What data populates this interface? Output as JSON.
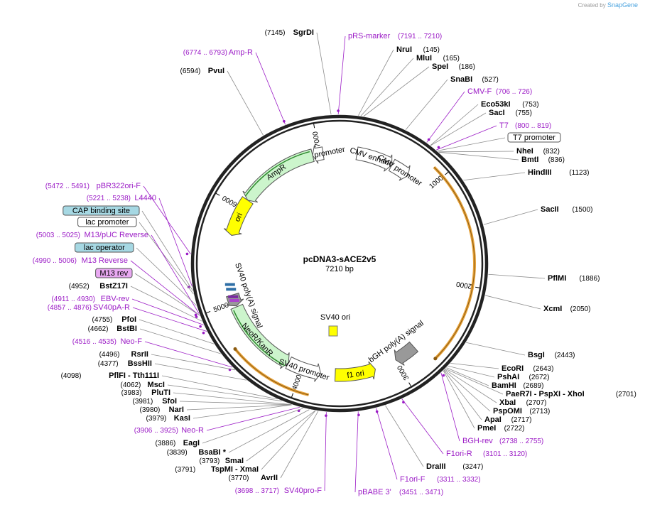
{
  "watermark": {
    "prefix": "Created by",
    "brand": "SnapGene"
  },
  "plasmid": {
    "name": "pcDNA3-sACE2v5",
    "length_label": "7210 bp",
    "length": 7210
  },
  "ticks": [
    1000,
    2000,
    3000,
    4000,
    5000,
    6000,
    7000
  ],
  "features": [
    {
      "name": "AmpR promoter",
      "start": 6930,
      "end": 7040,
      "dir": -1,
      "color": "#ffffff",
      "label": "AmpR promoter"
    },
    {
      "name": "AmpR",
      "start": 6100,
      "end": 6930,
      "dir": -1,
      "color": "#ccf5cc",
      "label": "AmpR"
    },
    {
      "name": "ori",
      "start": 5700,
      "end": 6100,
      "dir": -1,
      "color": "#ffff00",
      "label": "ori"
    },
    {
      "name": "CMV enhancer",
      "start": 180,
      "end": 560,
      "dir": 1,
      "color": "#ffffff",
      "label": "CMV enhancer"
    },
    {
      "name": "CMV promoter",
      "start": 560,
      "end": 760,
      "dir": 1,
      "color": "#ffffff",
      "label": "CMV promoter"
    },
    {
      "name": "SV40 poly(A) signal",
      "start": 4960,
      "end": 5080,
      "dir": -1,
      "color": "#999999",
      "label": "SV40 poly(A) signal"
    },
    {
      "name": "NeoR/KanR",
      "start": 4150,
      "end": 4950,
      "dir": -1,
      "color": "#ccf5cc",
      "label": "NeoR/KanR"
    },
    {
      "name": "SV40 promoter",
      "start": 3800,
      "end": 4150,
      "dir": -1,
      "color": "#ffffff",
      "label": "SV40 promoter"
    },
    {
      "name": "f1 ori",
      "start": 3230,
      "end": 3650,
      "dir": -1,
      "color": "#ffff00",
      "label": "f1 ori"
    },
    {
      "name": "bGH poly(A) signal",
      "start": 2770,
      "end": 3000,
      "dir": 1,
      "color": "#999999",
      "label": "bGH poly(A) signal"
    }
  ],
  "inner_labels": [
    {
      "text": "SV40 ori"
    }
  ],
  "orange_arcs": [
    {
      "start": 890,
      "end": 2700
    },
    {
      "start": 3870,
      "end": 4620
    }
  ],
  "left_labels": [
    {
      "pos": "(7145)",
      "name": "SgrDI",
      "kind": "enzyme",
      "bp": 7145
    },
    {
      "pos": "(6774 .. 6793)",
      "name": "Amp-R",
      "kind": "primer",
      "bp": 6783
    },
    {
      "pos": "(6594)",
      "name": "PvuI",
      "kind": "enzyme",
      "bp": 6594
    },
    {
      "pos": "(5472 .. 5491)",
      "name": "pBR322ori-F",
      "kind": "primer",
      "bp": 5480
    },
    {
      "pos": "(5221 .. 5238)",
      "name": "L4440",
      "kind": "primer",
      "bp": 5230
    },
    {
      "pos": "",
      "name": "CAP binding site",
      "kind": "feature-blue",
      "bp": 5196
    },
    {
      "pos": "",
      "name": "lac promoter",
      "kind": "feature-white",
      "bp": 5170
    },
    {
      "pos": "(5003 .. 5025)",
      "name": "M13/pUC Reverse",
      "kind": "primer",
      "bp": 5014
    },
    {
      "pos": "",
      "name": "lac operator",
      "kind": "feature-blue",
      "bp": 5080
    },
    {
      "pos": "(4990 .. 5006)",
      "name": "M13 Reverse",
      "kind": "primer",
      "bp": 4998
    },
    {
      "pos": "",
      "name": "M13 rev",
      "kind": "feature-pink",
      "bp": 5000
    },
    {
      "pos": "(4952)",
      "name": "BstZ17I",
      "kind": "enzyme",
      "bp": 4952
    },
    {
      "pos": "(4911 .. 4930)",
      "name": "EBV-rev",
      "kind": "primer",
      "bp": 4920
    },
    {
      "pos": "(4857 .. 4876)",
      "name": "SV40pA-R",
      "kind": "primer",
      "bp": 4866
    },
    {
      "pos": "(4755)",
      "name": "PfoI",
      "kind": "enzyme",
      "bp": 4755
    },
    {
      "pos": "(4662)",
      "name": "BstBI",
      "kind": "enzyme",
      "bp": 4662
    },
    {
      "pos": "(4516 .. 4535)",
      "name": "Neo-F",
      "kind": "primer",
      "bp": 4525
    },
    {
      "pos": "(4496)",
      "name": "RsrII",
      "kind": "enzyme",
      "bp": 4496
    },
    {
      "pos": "(4377)",
      "name": "BssHII",
      "kind": "enzyme",
      "bp": 4377
    },
    {
      "pos": "(4098)",
      "name": "PflFI - Tth111I",
      "kind": "enzyme",
      "bp": 4098
    },
    {
      "pos": "(4062)",
      "name": "MscI",
      "kind": "enzyme",
      "bp": 4062
    },
    {
      "pos": "(3983)",
      "name": "PluTI",
      "kind": "enzyme",
      "bp": 3983
    },
    {
      "pos": "(3981)",
      "name": "SfoI",
      "kind": "enzyme",
      "bp": 3981
    },
    {
      "pos": "(3980)",
      "name": "NarI",
      "kind": "enzyme",
      "bp": 3980
    },
    {
      "pos": "(3979)",
      "name": "KasI",
      "kind": "enzyme",
      "bp": 3979
    },
    {
      "pos": "(3906 .. 3925)",
      "name": "Neo-R",
      "kind": "primer",
      "bp": 3915
    },
    {
      "pos": "(3886)",
      "name": "EagI",
      "kind": "enzyme",
      "bp": 3886
    },
    {
      "pos": "(3839)",
      "name": "BsaBI *",
      "kind": "enzyme",
      "bp": 3839
    },
    {
      "pos": "(3793)",
      "name": "SmaI",
      "kind": "enzyme",
      "bp": 3793
    },
    {
      "pos": "(3791)",
      "name": "TspMI - XmaI",
      "kind": "enzyme",
      "bp": 3791
    },
    {
      "pos": "(3770)",
      "name": "AvrII",
      "kind": "enzyme",
      "bp": 3770
    },
    {
      "pos": "(3698 .. 3717)",
      "name": "SV40pro-F",
      "kind": "primer",
      "bp": 3707
    }
  ],
  "right_labels": [
    {
      "name": "pRS-marker",
      "pos": "(7191 .. 7210)",
      "kind": "primer",
      "bp": 7200
    },
    {
      "name": "NruI",
      "pos": "(145)",
      "kind": "enzyme",
      "bp": 145
    },
    {
      "name": "MluI",
      "pos": "(165)",
      "kind": "enzyme",
      "bp": 165
    },
    {
      "name": "SpeI",
      "pos": "(186)",
      "kind": "enzyme",
      "bp": 186
    },
    {
      "name": "SnaBI",
      "pos": "(527)",
      "kind": "enzyme",
      "bp": 527
    },
    {
      "name": "CMV-F",
      "pos": "(706 .. 726)",
      "kind": "primer",
      "bp": 716
    },
    {
      "name": "Eco53kI",
      "pos": "(753)",
      "kind": "enzyme",
      "bp": 753
    },
    {
      "name": "SacI",
      "pos": "(755)",
      "kind": "enzyme",
      "bp": 755
    },
    {
      "name": "T7",
      "pos": "(800 .. 819)",
      "kind": "primer",
      "bp": 810
    },
    {
      "name": "T7 promoter",
      "pos": "",
      "kind": "feature-white",
      "bp": 820
    },
    {
      "name": "NheI",
      "pos": "(832)",
      "kind": "enzyme",
      "bp": 832
    },
    {
      "name": "BmtI",
      "pos": "(836)",
      "kind": "enzyme",
      "bp": 836
    },
    {
      "name": "HindIII",
      "pos": "(1123)",
      "kind": "enzyme",
      "bp": 1123
    },
    {
      "name": "SacII",
      "pos": "(1500)",
      "kind": "enzyme",
      "bp": 1500
    },
    {
      "name": "PflMI",
      "pos": "(1886)",
      "kind": "enzyme",
      "bp": 1886
    },
    {
      "name": "XcmI",
      "pos": "(2050)",
      "kind": "enzyme",
      "bp": 2050
    },
    {
      "name": "BsgI",
      "pos": "(2443)",
      "kind": "enzyme",
      "bp": 2443
    },
    {
      "name": "EcoRI",
      "pos": "(2643)",
      "kind": "enzyme",
      "bp": 2643
    },
    {
      "name": "PshAI",
      "pos": "(2672)",
      "kind": "enzyme",
      "bp": 2672
    },
    {
      "name": "BamHI",
      "pos": "(2689)",
      "kind": "enzyme",
      "bp": 2689
    },
    {
      "name": "PaeR7I - PspXI - XhoI",
      "pos": "(2701)",
      "kind": "enzyme",
      "bp": 2701
    },
    {
      "name": "XbaI",
      "pos": "(2707)",
      "kind": "enzyme",
      "bp": 2707
    },
    {
      "name": "PspOMI",
      "pos": "(2713)",
      "kind": "enzyme",
      "bp": 2713
    },
    {
      "name": "ApaI",
      "pos": "(2717)",
      "kind": "enzyme",
      "bp": 2717
    },
    {
      "name": "PmeI",
      "pos": "(2722)",
      "kind": "enzyme",
      "bp": 2722
    },
    {
      "name": "BGH-rev",
      "pos": "(2738 .. 2755)",
      "kind": "primer",
      "bp": 2746
    },
    {
      "name": "F1ori-R",
      "pos": "(3101 .. 3120)",
      "kind": "primer",
      "bp": 3110
    },
    {
      "name": "DraIII",
      "pos": "(3247)",
      "kind": "enzyme",
      "bp": 3247
    },
    {
      "name": "F1ori-F",
      "pos": "(3311 .. 3332)",
      "kind": "primer",
      "bp": 3321
    },
    {
      "name": "pBABE 3'",
      "pos": "(3451 .. 3471)",
      "kind": "primer",
      "bp": 3461
    }
  ],
  "colors": {
    "enzyme": "#000000",
    "primer": "#9b1bc6",
    "feature_blue": "#a6d8e3",
    "feature_pink": "#e9a9f2",
    "backbone": "#222222",
    "leader": "#8c8c8c",
    "orange_arc": "#e8a33a",
    "green_arrow": "#2f8a2f"
  }
}
